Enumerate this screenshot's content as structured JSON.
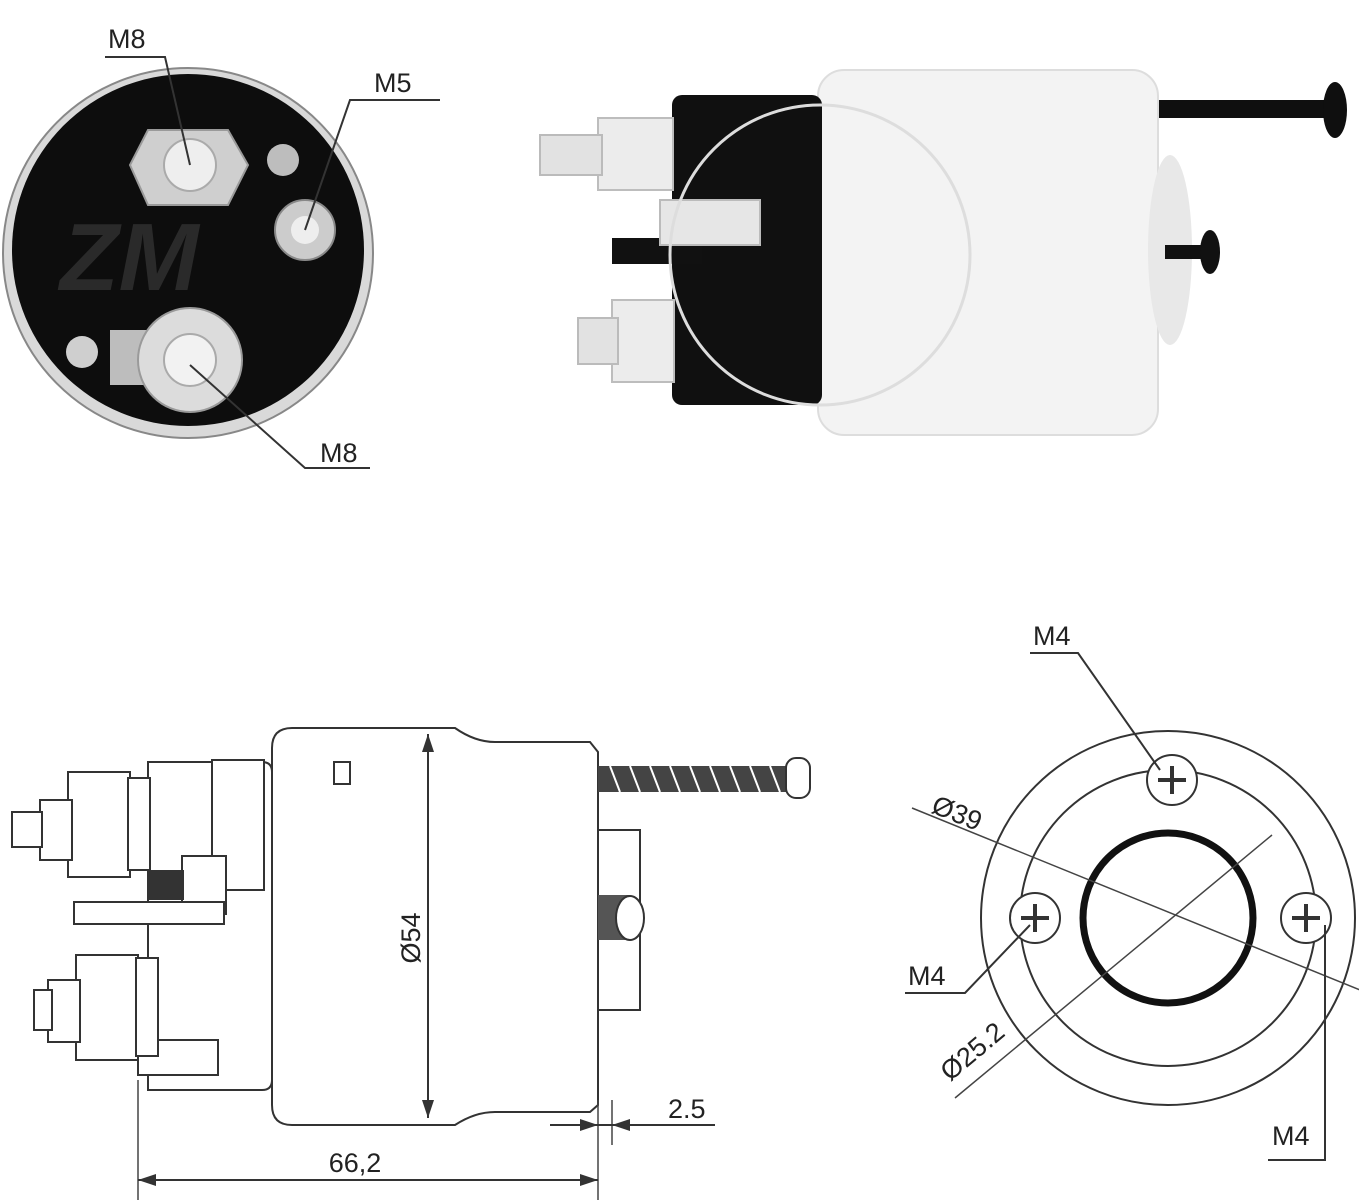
{
  "end_view_photo": {
    "labels": {
      "top_terminal": "M8",
      "small_terminal": "M5",
      "bottom_terminal": "M8"
    }
  },
  "side_drawing": {
    "labels": {
      "diameter": "Ø54",
      "length": "66,2",
      "offset": "2.5"
    }
  },
  "flange_drawing": {
    "labels": {
      "hole_top": "M4",
      "hole_left": "M4",
      "hole_right": "M4",
      "bolt_circle": "Ø39",
      "bore": "Ø25.2"
    }
  },
  "colors": {
    "line": "#333333",
    "body_white": "#f4f4f4",
    "cap_dark": "#111111"
  }
}
